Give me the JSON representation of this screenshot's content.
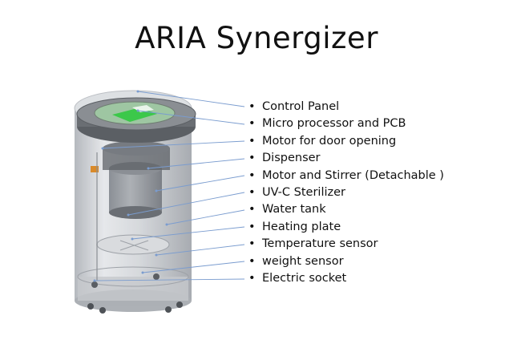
{
  "title": "ARIA Synergizer",
  "bullet": "•",
  "labels": [
    "Control Panel",
    "Micro processor and PCB",
    "Motor for door opening",
    "Dispenser",
    "Motor and Stirrer (Detachable )",
    "UV-C Sterilizer",
    "Water tank",
    "Heating plate",
    "Temperature sensor",
    "weight sensor",
    "Electric socket"
  ],
  "colors": {
    "leader_line": "#7a9ccf",
    "screen_green": "#3cc84a",
    "body_gray": "#bfc3c8"
  }
}
